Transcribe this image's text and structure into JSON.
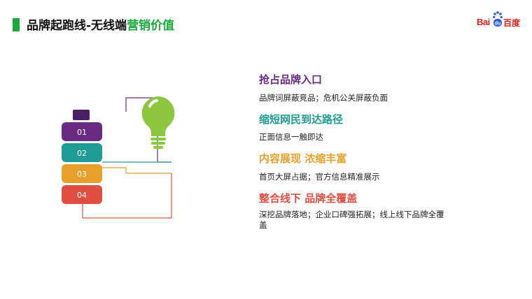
{
  "header": {
    "title_main": "品牌起跑线-无线端",
    "title_highlight": "营销价值",
    "accent_color": "#1aaa3c"
  },
  "logo": {
    "text_left": "Bai",
    "text_mid": "du",
    "text_right": "百度",
    "icon": "baidu-paw-icon"
  },
  "battery": {
    "cells": [
      {
        "label": "01",
        "color": "#6a2a84"
      },
      {
        "label": "02",
        "color": "#1f9c94"
      },
      {
        "label": "03",
        "color": "#e8a02c"
      },
      {
        "label": "04",
        "color": "#de4f42"
      }
    ],
    "cap_color": "#4a1f66"
  },
  "bulb": {
    "icon": "lightbulb-icon",
    "color": "#8dc63f"
  },
  "sections": [
    {
      "title": "抢占品牌入口",
      "desc": "品牌词屏蔽竞品；危机公关屏蔽负面",
      "color": "#6a2a84"
    },
    {
      "title": "缩短网民到达路径",
      "desc": "正面信息一触即达",
      "color": "#1f9c94"
    },
    {
      "title": "内容展现 浓缩丰富",
      "desc": "首页大屏占据；官方信息精准展示",
      "color": "#e8a02c"
    },
    {
      "title": "整合线下 品牌全覆盖",
      "desc": "深挖品牌落地；企业口碑强拓展；线上线下品牌全覆盖",
      "color": "#de4f42"
    }
  ]
}
